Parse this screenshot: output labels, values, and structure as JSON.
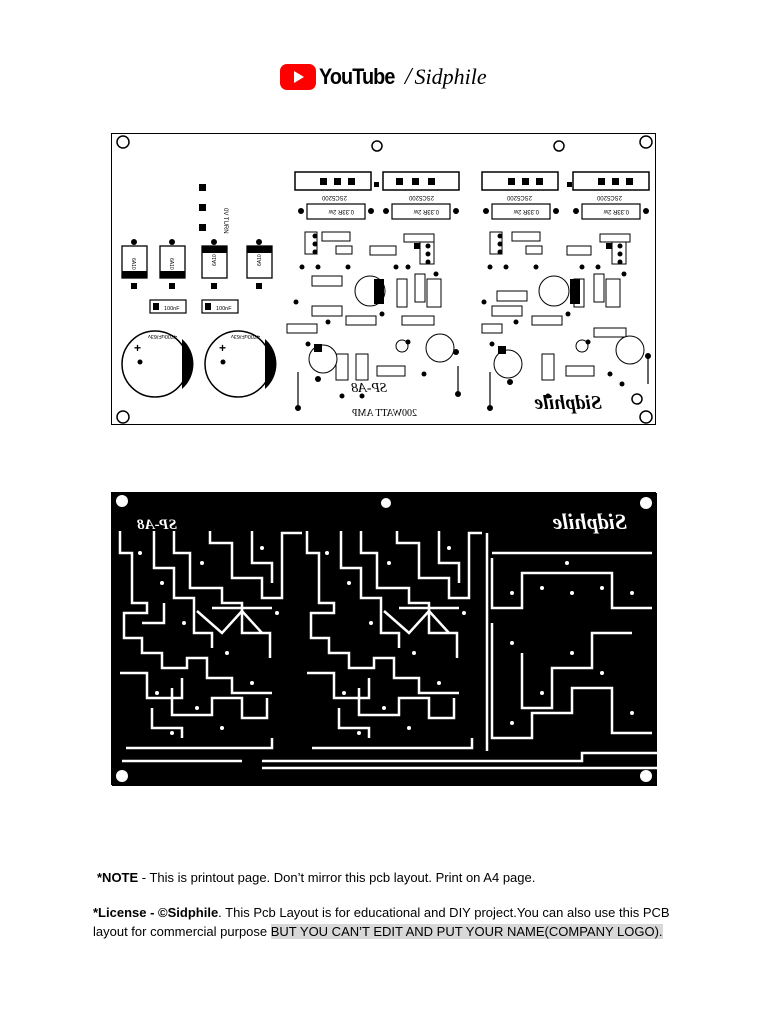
{
  "header": {
    "youtube_word": "YouTube",
    "slash": "/",
    "channel": "Sidphile",
    "youtube_red": "#ff0000"
  },
  "top_board": {
    "silkscreen": {
      "board_name": "SP-A8",
      "subtitle": "200WATT AMP",
      "brand": "Sidphile",
      "transistors": [
        "2SC5200",
        "2SC5200",
        "2SC5200",
        "2SC5200"
      ],
      "resistors": [
        "0.33R 2w",
        "0.33R 2w",
        "0.33R 2w",
        "0.33R 2w"
      ],
      "caps": [
        "4700uF/63v",
        "4700uF/63v"
      ],
      "small_caps": [
        "100nF",
        "100nF"
      ],
      "diodes": [
        "6A10",
        "6A10",
        "6A10",
        "6A10"
      ],
      "power_label": "0V TURN"
    }
  },
  "bottom_board": {
    "copper_text": {
      "board_name": "SP-A8",
      "brand": "Sidphile"
    }
  },
  "notes": {
    "note_bold": "*NOTE",
    "note_text": " - This is printout page. Don’t mirror this pcb layout. Print on A4 page.",
    "license_bold_1": "*License - ",
    "license_bold_2": "©Sidphile",
    "license_text": ". This Pcb Layout is for educational and DIY project.You can also use this PCB layout for commercial purpose ",
    "license_highlight": "BUT YOU CAN’T EDIT AND PUT YOUR NAME(COMPANY LOGO)."
  }
}
